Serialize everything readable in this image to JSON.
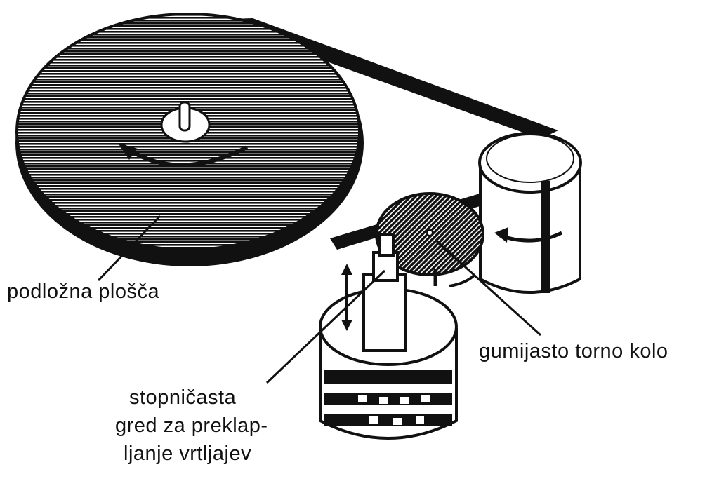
{
  "labels": {
    "turntable": "podložna plošča",
    "idler": "gumijasto torno kolo",
    "spindle_line1": "stopničasta",
    "spindle_line2": "gred za preklap-",
    "spindle_line3": "ljanje vrtljajev"
  },
  "colors": {
    "ink": "#111111",
    "paper": "#ffffff"
  }
}
